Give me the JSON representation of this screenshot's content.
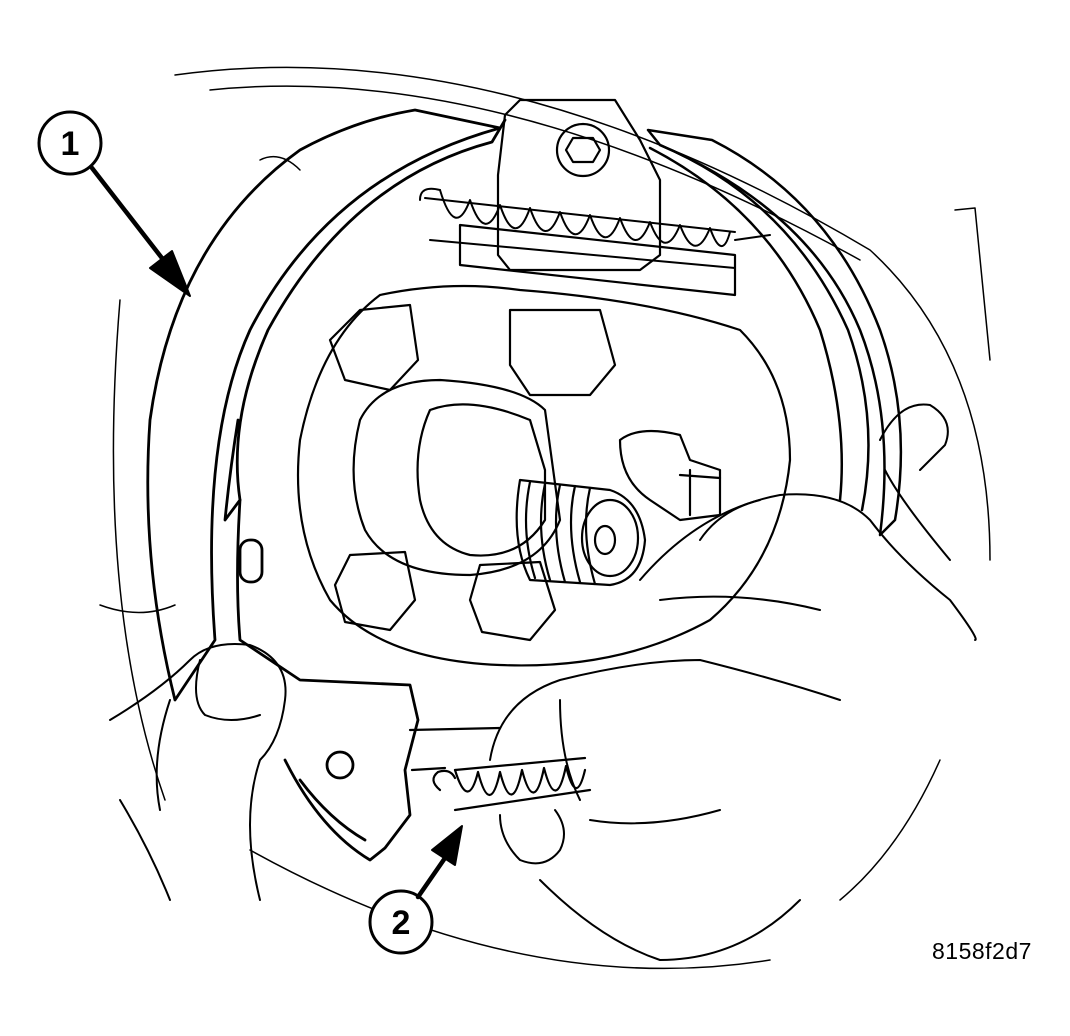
{
  "callouts": [
    {
      "label": "1"
    },
    {
      "label": "2"
    }
  ],
  "figure_code": "8158f2d7"
}
